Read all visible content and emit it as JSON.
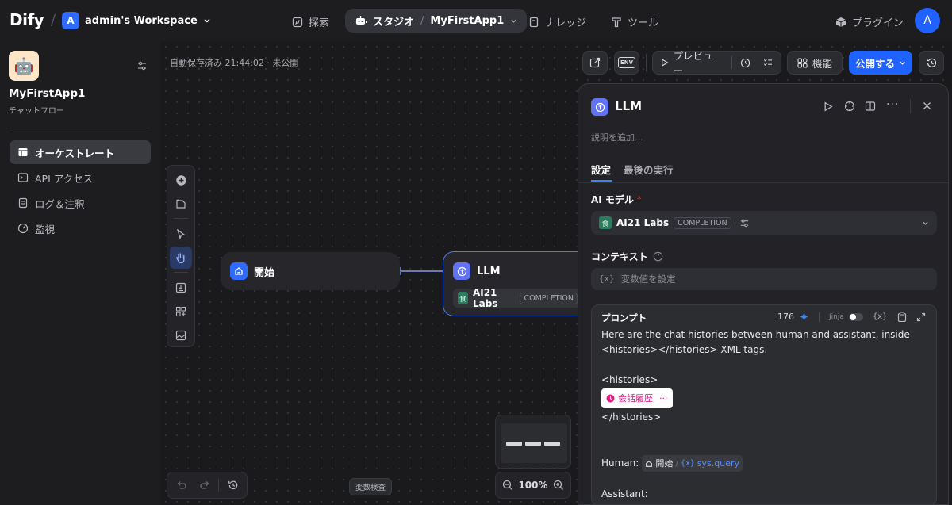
{
  "brand": "Dify",
  "workspace": {
    "avatar": "A",
    "name": "admin's Workspace"
  },
  "nav": {
    "explore": "探索",
    "studio": "スタジオ",
    "app_name": "MyFirstApp1",
    "knowledge": "ナレッジ",
    "tools": "ツール",
    "plugins": "プラグイン",
    "user_avatar": "A"
  },
  "app": {
    "name": "MyFirstApp1",
    "type": "チャットフロー"
  },
  "sidebar": {
    "items": [
      {
        "label": "オーケストレート"
      },
      {
        "label": "API アクセス"
      },
      {
        "label": "ログ＆注釈"
      },
      {
        "label": "監視"
      }
    ]
  },
  "canvas": {
    "autosave": "自動保存済み 21:44:02 · 未公開",
    "env_label": "ENV",
    "preview": "プレビュー",
    "features": "機能",
    "publish": "公開する",
    "zoom": "100%",
    "var_inspect": "変数検査",
    "start_node": {
      "label": "開始"
    },
    "llm_node": {
      "label": "LLM",
      "model": "AI21 Labs",
      "mode": "COMPLETION"
    }
  },
  "panel": {
    "title": "LLM",
    "desc_placeholder": "説明を追加...",
    "tabs": [
      "設定",
      "最後の実行"
    ],
    "ai_model_label": "AI モデル",
    "required_mark": "*",
    "model_name": "AI21 Labs",
    "model_mode": "COMPLETION",
    "context_label": "コンテキスト",
    "context_placeholder": "変数値を設定",
    "prompt": {
      "title": "プロンプト",
      "count": "176",
      "jinja": "Jinja",
      "line1": "Here are the chat histories between human and assistant, inside",
      "line2": "<histories></histories> XML tags.",
      "line3": "<histories>",
      "chip": "会話履歴",
      "line4": "</histories>",
      "human_label": "Human:",
      "human_node": "開始",
      "human_var": "sys.query",
      "assistant_label": "Assistant:"
    }
  },
  "colors": {
    "accent": "#1f62ff",
    "node_border": "#4f7ce8",
    "chip_text": "#c91c7d"
  }
}
